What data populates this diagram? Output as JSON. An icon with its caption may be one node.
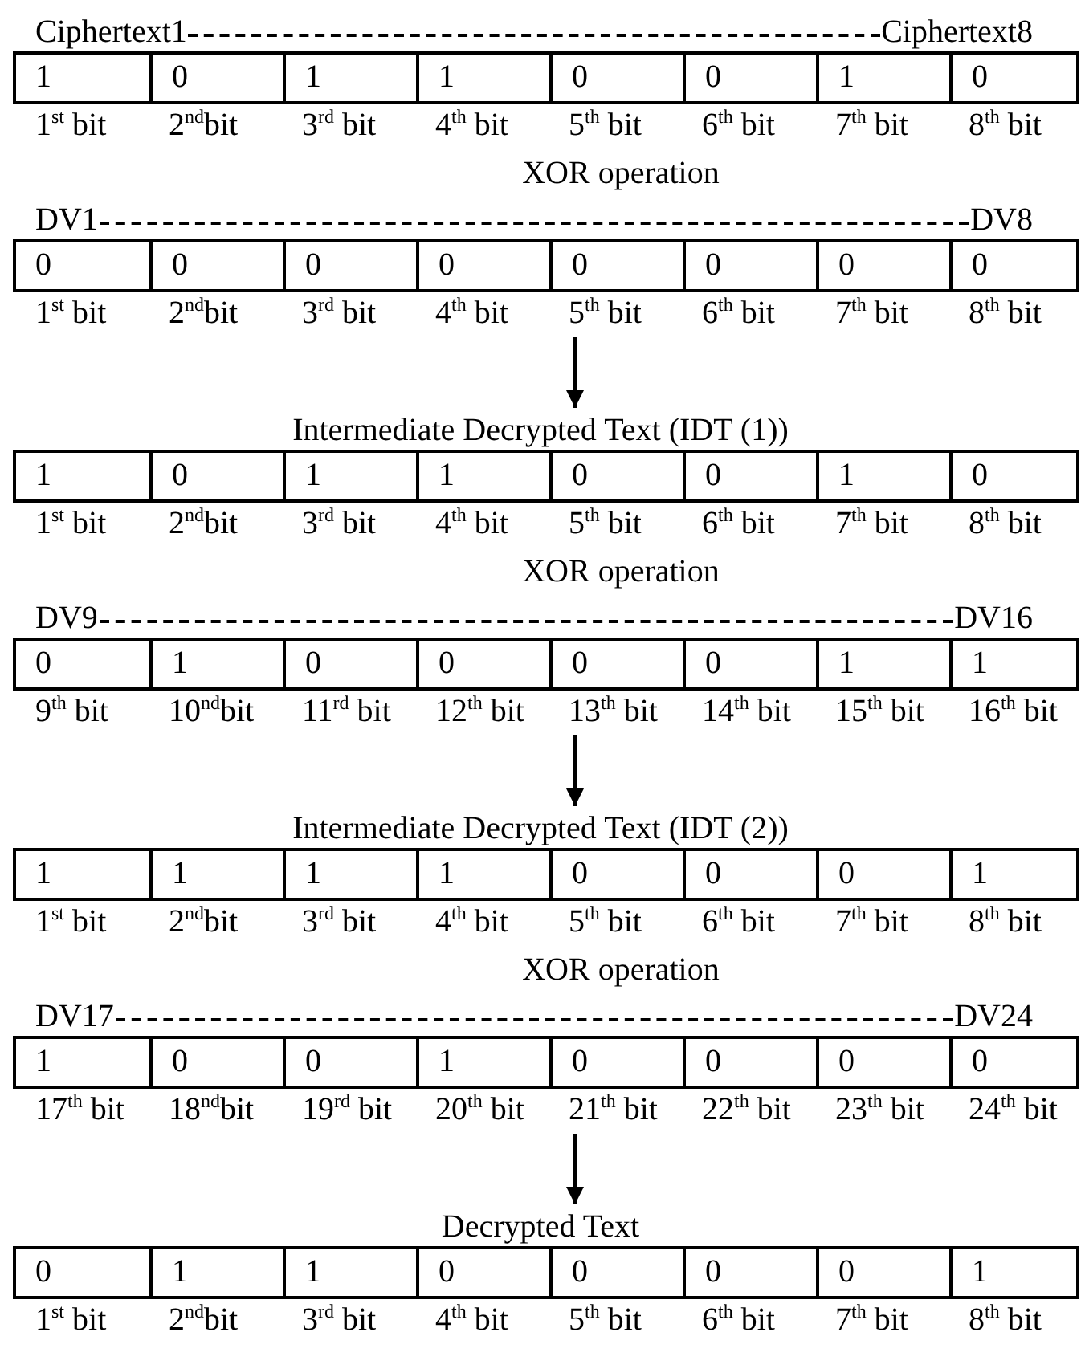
{
  "diagram": {
    "nodes": [
      {
        "text": [
          "Ciphertext1",
          "Ciphertext8",
          "1",
          "0",
          "1",
          "1",
          "0",
          "0",
          "1",
          "0"
        ],
        "beside": [
          "1$^{st}$ bit",
          "2$^{nd}$bit",
          "3$^{rd}$ bit",
          "4$^{th}$ bit",
          "5$^{th}$ bit",
          "6$^{th}$ bit",
          "7$^{th}$ bit",
          "8$^{th}$ bit"
        ]
      },
      {
        "text": [
          "DV1",
          "DV8",
          "0",
          "0",
          "0",
          "0",
          "0",
          "0",
          "0",
          "0"
        ],
        "beside": [
          "1$^{st}$ bit",
          "2$^{nd}$bit",
          "3$^{rd}$ bit",
          "4$^{th}$ bit",
          "5$^{th}$ bit",
          "6$^{th}$ bit",
          "7$^{th}$ bit",
          "8$^{th}$ bit"
        ]
      },
      {
        "text": [
          "Intermediate Decrypted Text (IDT (1))",
          "1",
          "0",
          "1",
          "1",
          "0",
          "0",
          "1",
          "0"
        ],
        "beside": [
          "1$^{st}$ bit",
          "2$^{nd}$bit",
          "3$^{rd}$ bit",
          "4$^{th}$ bit",
          "5$^{th}$ bit",
          "6$^{th}$ bit",
          "7$^{th}$ bit",
          "8$^{th}$ bit"
        ]
      },
      {
        "text": [
          "DV9",
          "DV16",
          "0",
          "1",
          "0",
          "0",
          "0",
          "0",
          "1",
          "1"
        ],
        "beside": [
          "9$^{th}$ bit",
          "10$^{nd}$bit",
          "11$^{rd}$ bit",
          "12$^{th}$ bit",
          "13$^{th}$ bit",
          "14$^{th}$ bit",
          "15$^{th}$ bit",
          "16$^{th}$ bit"
        ]
      },
      {
        "text": [
          "Intermediate Decrypted Text (IDT (2))",
          "1",
          "1",
          "1",
          "1",
          "0",
          "0",
          "0",
          "1"
        ],
        "beside": [
          "1$^{st}$ bit",
          "2$^{nd}$bit",
          "3$^{rd}$ bit",
          "4$^{th}$ bit",
          "5$^{th}$ bit",
          "6$^{th}$ bit",
          "7$^{th}$ bit",
          "8$^{th}$ bit"
        ]
      },
      {
        "text": [
          "DV17",
          "DV24",
          "1",
          "0",
          "0",
          "1",
          "0",
          "0",
          "0",
          "0"
        ],
        "beside": [
          "17$^{th}$ bit",
          "18$^{nd}$bit",
          "19$^{rd}$ bit",
          "20$^{th}$ bit",
          "21$^{th}$ bit",
          "22$^{th}$ bit",
          "23$^{th}$ bit",
          "24$^{th}$ bit"
        ]
      },
      {
        "text": [
          "Decrypted Text",
          "0",
          "1",
          "1",
          "0",
          "0",
          "0",
          "0",
          "1"
        ],
        "beside": [
          "1$^{st}$ bit",
          "2$^{nd}$bit",
          "3$^{rd}$ bit",
          "4$^{th}$ bit",
          "5$^{th}$ bit",
          "6$^{th}$ bit",
          "7$^{th}$ bit",
          "8$^{th}$ bit"
        ]
      }
    ],
    "edges": [
      {
        "from": 1,
        "to": 2,
        "arrow": "to"
      },
      {
        "from": 3,
        "to": 4,
        "arrow": "to"
      },
      {
        "from": 5,
        "to": 6,
        "arrow": "to"
      }
    ],
    "labels": [
      "XOR operation",
      "XOR operation",
      "XOR operation"
    ]
  }
}
